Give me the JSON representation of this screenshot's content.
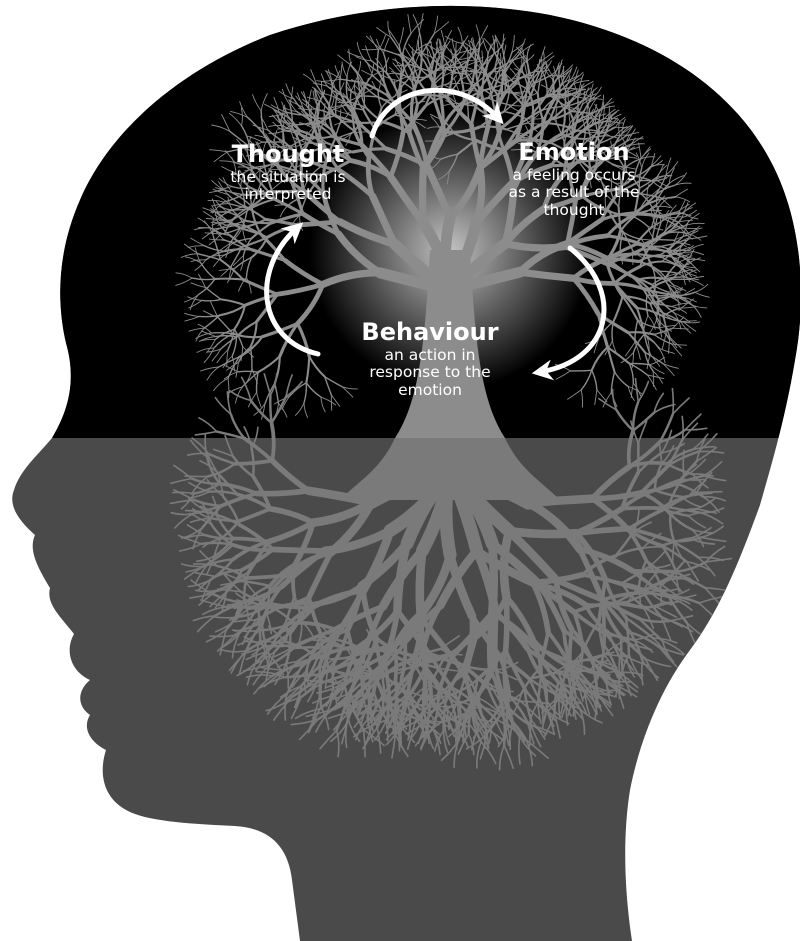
{
  "diagram": {
    "nodes": [
      {
        "id": "thought",
        "title": "Thought",
        "lines": [
          "the situation is",
          "interpreted"
        ]
      },
      {
        "id": "emotion",
        "title": "Emotion",
        "lines": [
          "a feeling occurs",
          "as a result of the",
          "thought"
        ]
      },
      {
        "id": "behaviour",
        "title": "Behaviour",
        "lines": [
          "an action in",
          "response to the",
          "emotion"
        ]
      }
    ],
    "cycle": [
      {
        "from": "thought",
        "to": "emotion"
      },
      {
        "from": "emotion",
        "to": "behaviour"
      },
      {
        "from": "behaviour",
        "to": "thought"
      }
    ]
  },
  "colors": {
    "head_upper": "#000000",
    "head_lower": "#4a4a4a",
    "tree": "#8c8c8c",
    "roots": "#7a7a7a",
    "text": "#ffffff",
    "arrows": "#ffffff",
    "background": "#ffffff"
  }
}
